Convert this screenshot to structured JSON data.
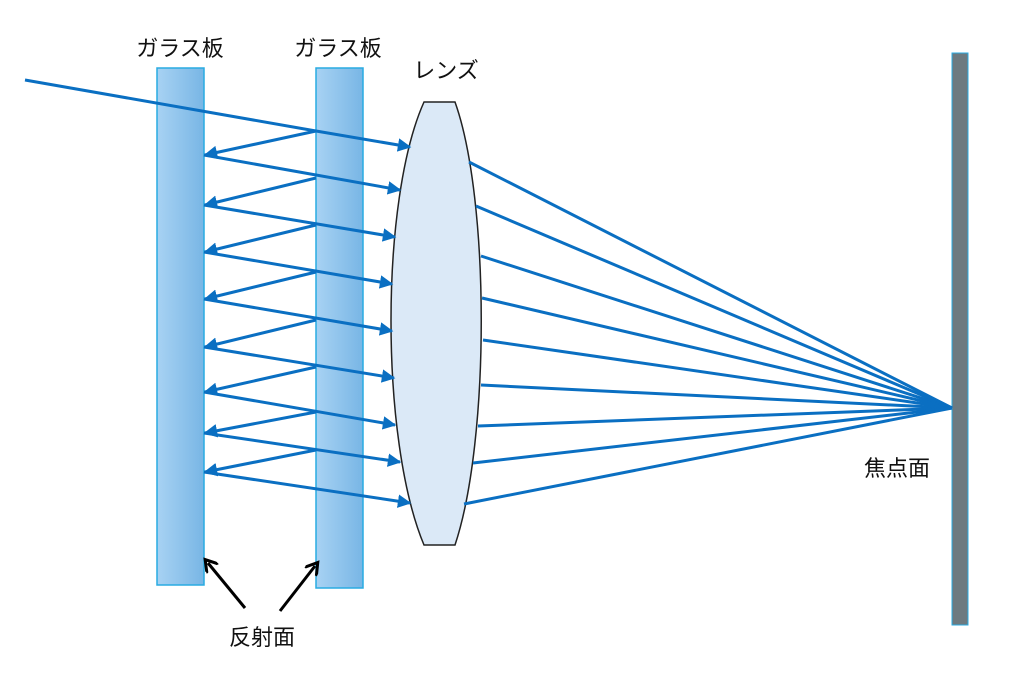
{
  "labels": {
    "glass_plate_1": "ガラス板",
    "glass_plate_2": "ガラス板",
    "lens": "レンズ",
    "focal_plane": "焦点面",
    "reflective_surface": "反射面"
  },
  "colors": {
    "ray": "#0a6fc2",
    "plate_light": "#a6d0f2",
    "plate_dark": "#7ab8e6",
    "plate_border": "#29abe2",
    "lens_fill": "#dbe9f7",
    "screen": "#6d7a80"
  }
}
